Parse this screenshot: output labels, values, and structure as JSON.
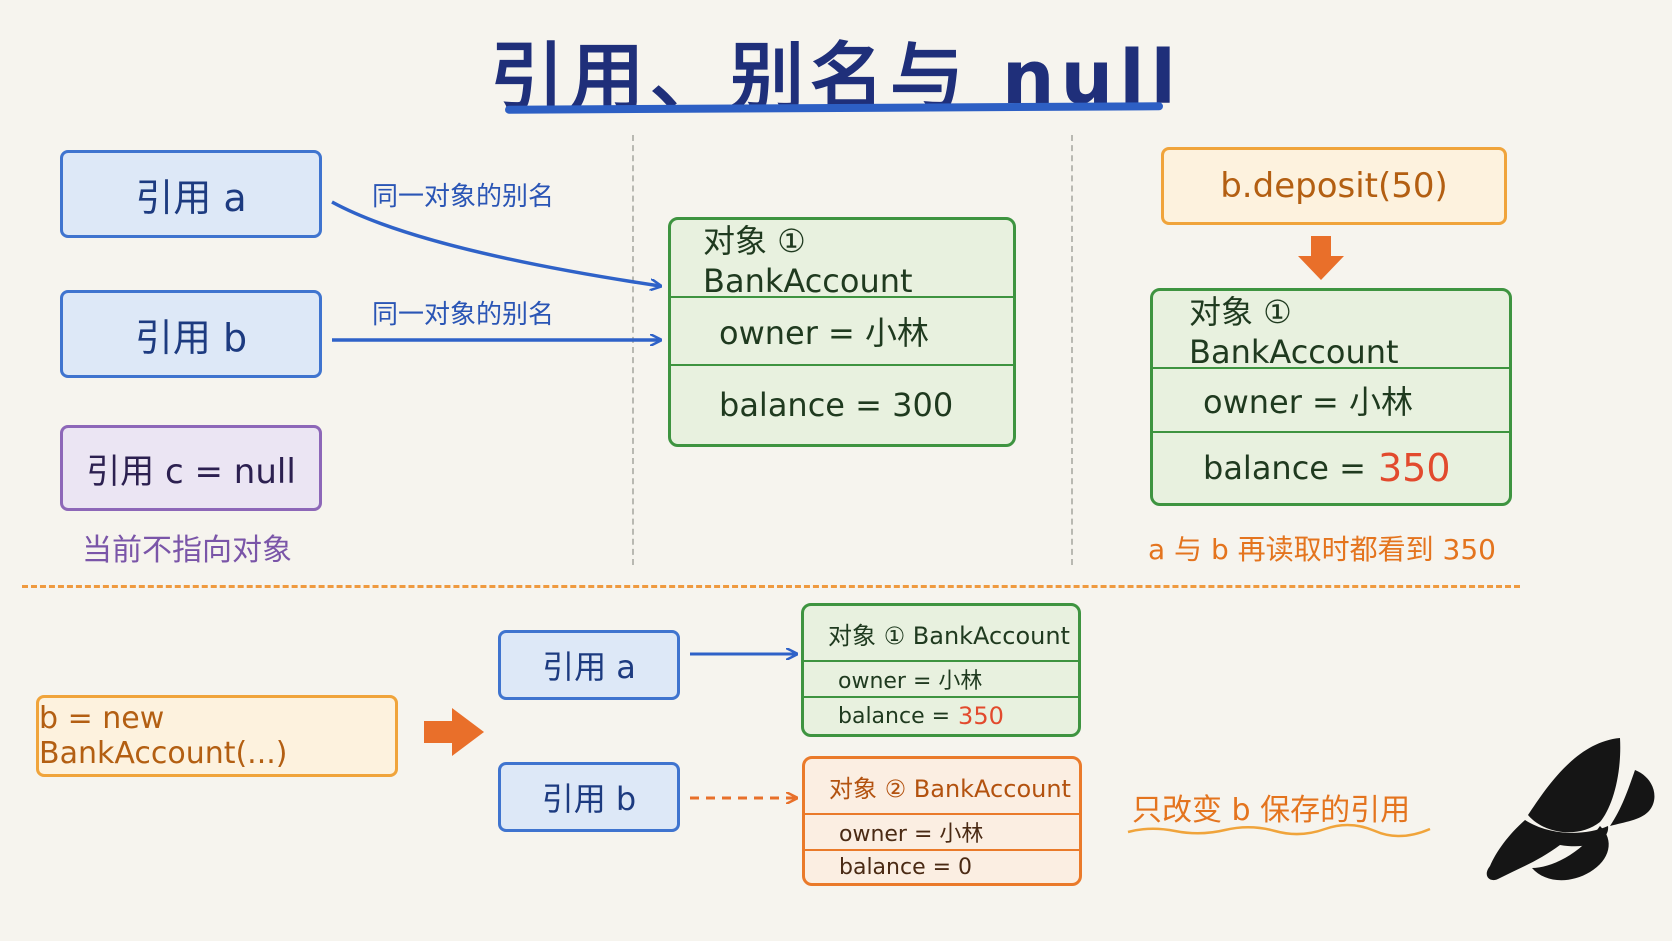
{
  "title": "引用、别名与 null",
  "top_left": {
    "ref_a": "引用 a",
    "ref_b": "引用 b",
    "ref_c": "引用 c = null",
    "alias_label_1": "同一对象的别名",
    "alias_label_2": "同一对象的别名",
    "null_caption": "当前不指向对象"
  },
  "object_center": {
    "header": "对象 ① BankAccount",
    "owner": "owner = 小林",
    "balance": "balance = 300"
  },
  "top_right": {
    "call": "b.deposit(50)",
    "header": "对象 ① BankAccount",
    "owner": "owner = 小林",
    "balance_label": "balance = ",
    "balance_value": "350",
    "caption": "a 与 b 再读取时都看到 350"
  },
  "bottom": {
    "assign": "b = new BankAccount(...)",
    "ref_a": "引用 a",
    "ref_b": "引用 b",
    "obj1": {
      "header": "对象 ① BankAccount",
      "owner": "owner = 小林",
      "balance_label": "balance = ",
      "balance_value": "350"
    },
    "obj2": {
      "header": "对象 ② BankAccount",
      "owner": "owner = 小林",
      "balance": "balance = 0"
    },
    "note": "只改变 b 保存的引用"
  },
  "colors": {
    "blue": "#3f74cf",
    "green": "#3e9440",
    "orange": "#ea7a2a",
    "purple": "#8d67b8",
    "red": "#e24a2d"
  },
  "icons": {
    "logo": "butterfly-icon"
  }
}
